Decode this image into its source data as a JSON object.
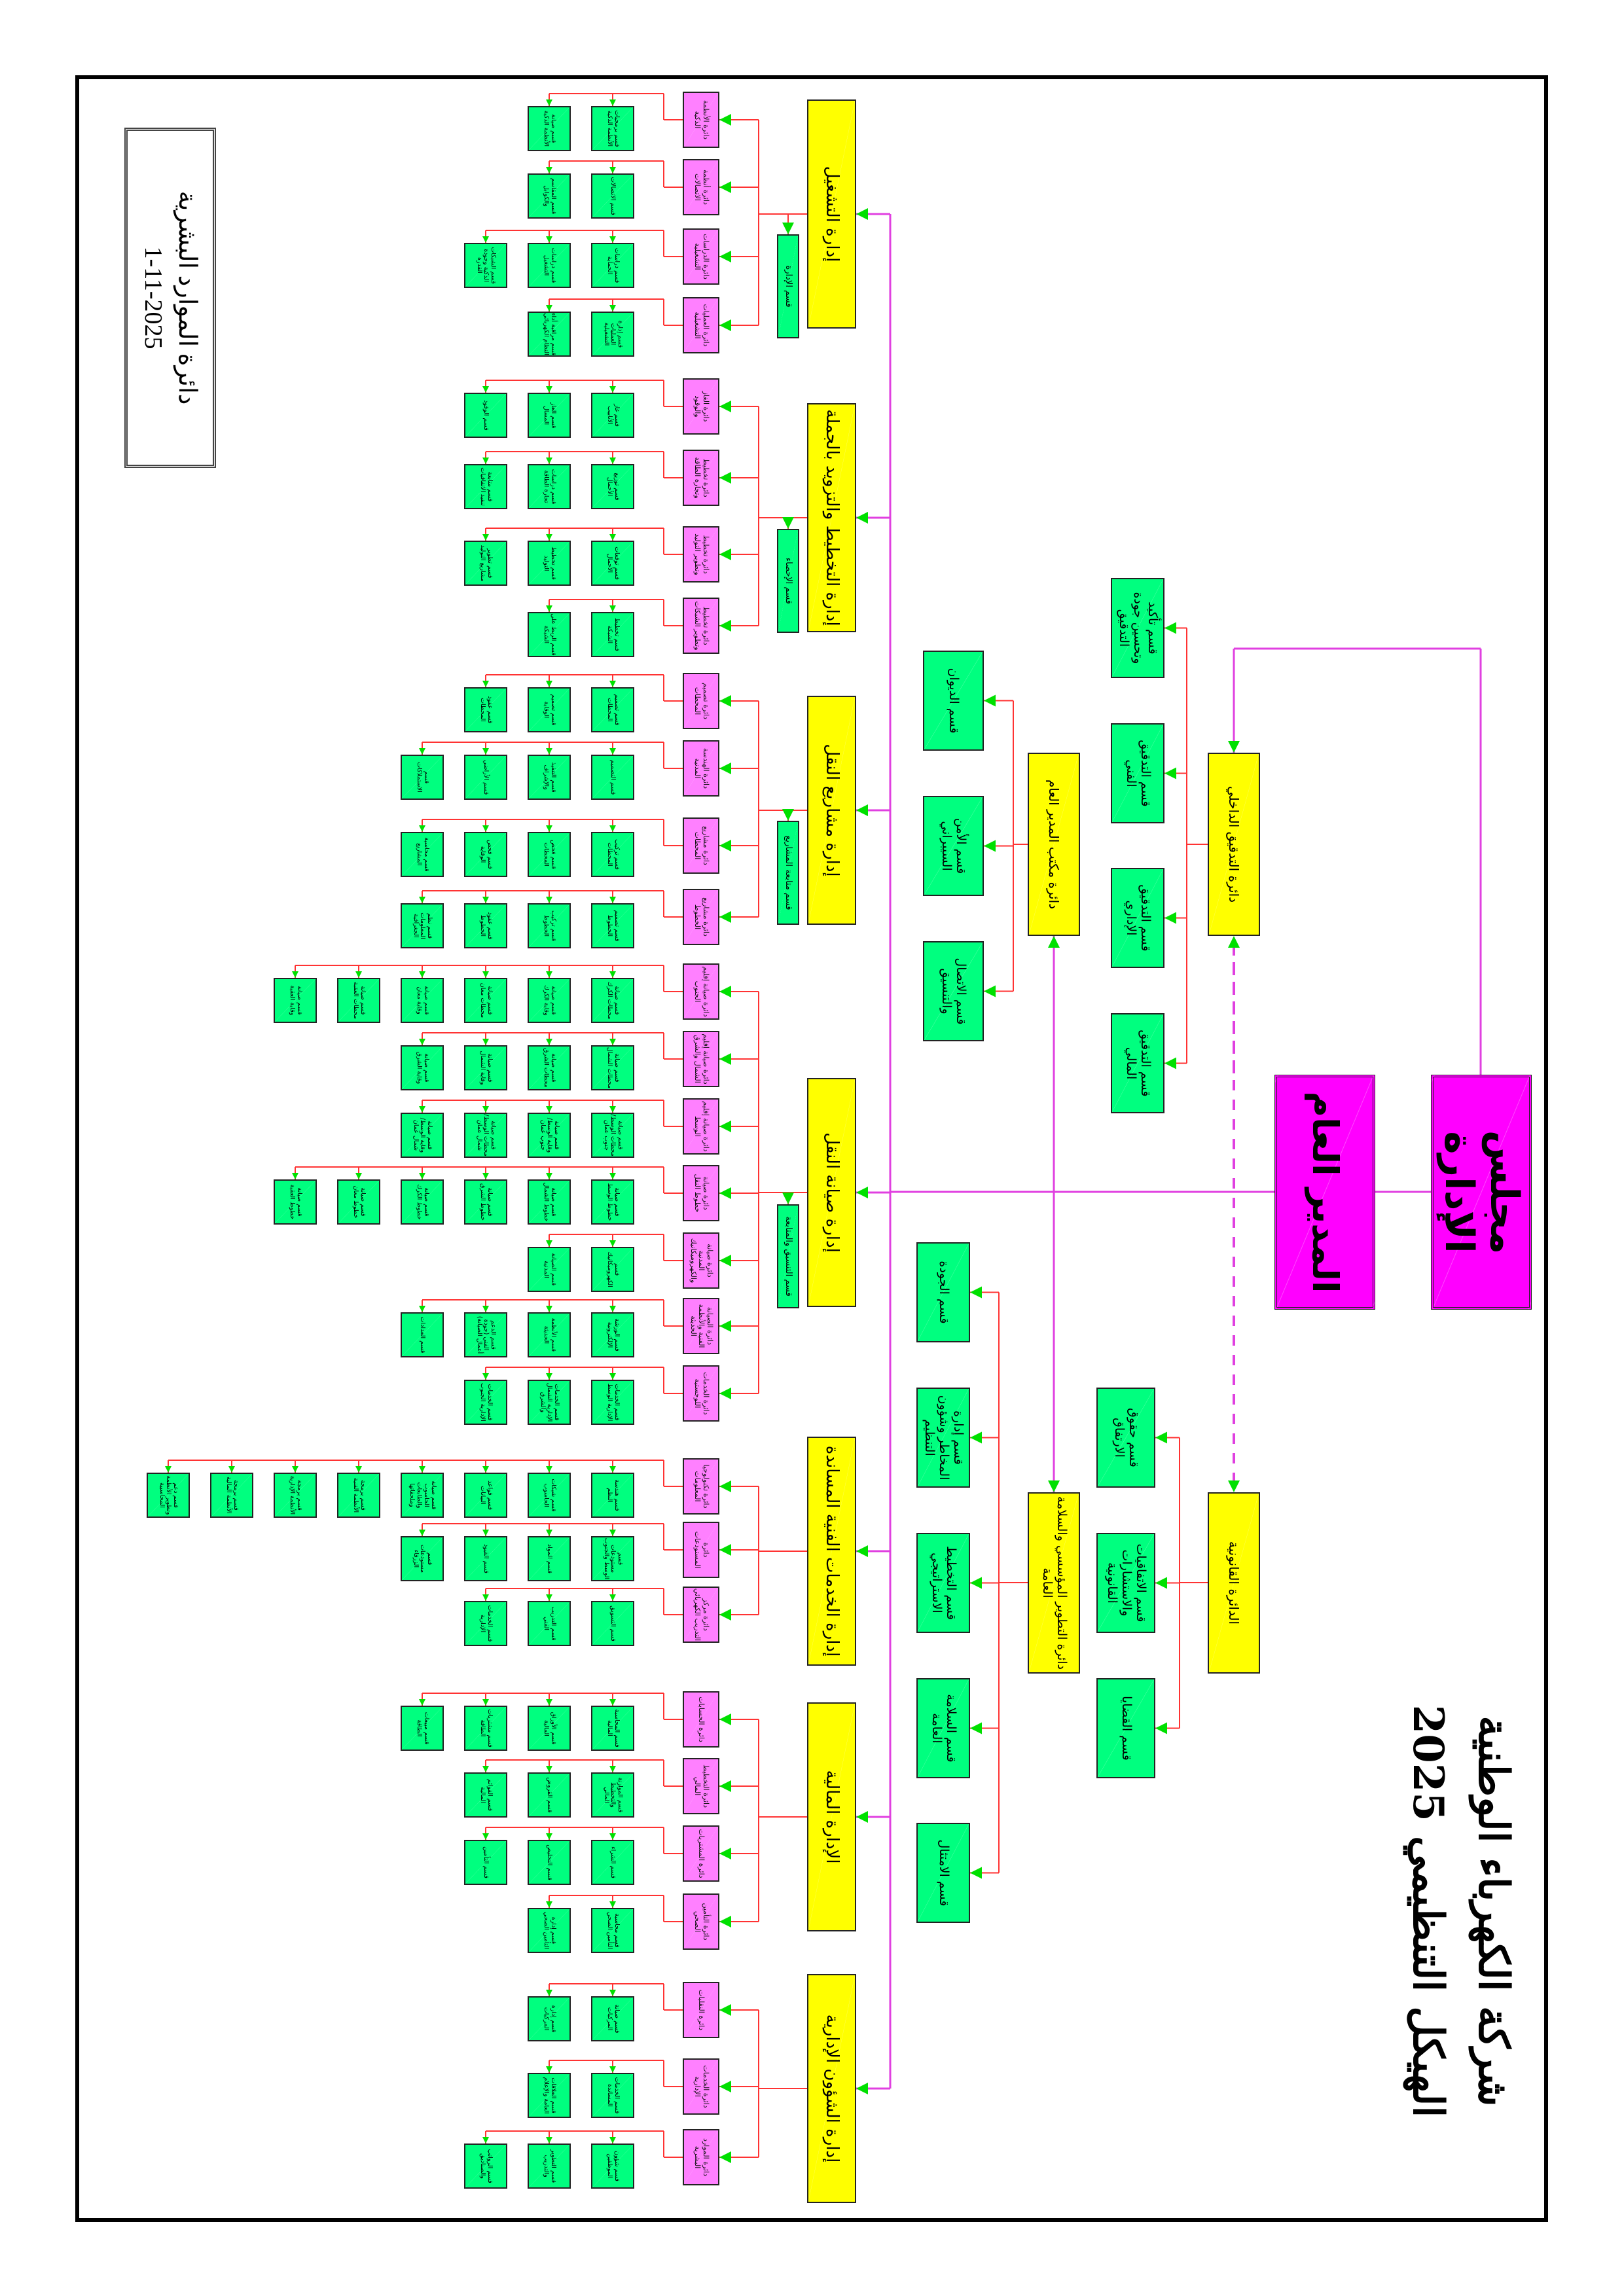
{
  "title": {
    "line1": "شركة الكهرباء الوطنية",
    "line2": "الهيكل التنظيمي 2025"
  },
  "stamp": {
    "dept": "دائرة الموارد البشرية",
    "date": "1-11-2025"
  },
  "board": "مجلس الإدارة",
  "gm": "المدير العام",
  "colors": {
    "board": "#ff00ff",
    "directorate": "#ffff00",
    "division": "#ff80ff",
    "section": "#00ff7f",
    "line_main": "#e040e0",
    "line_sub": "#ff3333",
    "arrow": "#00e000"
  },
  "units": {
    "audit": {
      "name": "دائرة التدقيق الداخلي",
      "sections": [
        "قسم تأكيد وتحسين جودة التدقيق",
        "قسم التدقيق الفني",
        "قسم التدقيق الإداري",
        "قسم التدقيق المالي"
      ]
    },
    "legal": {
      "name": "الدائرة القانونية",
      "sections": [
        "قسم حقوق الارتفاق",
        "قسم الاتفاقيات والاستشارات القانونية",
        "قسم القضايا"
      ]
    },
    "gm_office": {
      "name": "دائرة مكتب المدير العام",
      "sections": [
        "قسم الديوان",
        "قسم الأمن السيبراني",
        "قسم الاتصال والتنسيق"
      ]
    },
    "engineering": {
      "name": "دائرة التطوير المؤسسي والسلامة العامة",
      "sections": [
        "قسم الجودة",
        "قسم إدارة المخاطر وشؤون التنظيم",
        "قسم التخطيط الاستراتيجي",
        "قسم السلامة العامة",
        "قسم الامتثال"
      ]
    }
  },
  "directorates": [
    {
      "name": "إدارة التشغيل",
      "section": "قسم الإدارة",
      "divisions": [
        {
          "name": "دائرة الأنظمة الذكية",
          "sections": [
            "قسم برمجيات الأنظمة الذكية",
            "قسم صيانة الأنظمة الذكية"
          ]
        },
        {
          "name": "دائرة أنظمة الاتصالات",
          "sections": [
            "قسم الاتصالات",
            "قسم المقاسم والكوابل"
          ]
        },
        {
          "name": "دائرة الدراسات التشغيلية",
          "sections": [
            "قسم دراسات الحماية",
            "قسم دراسات التشغيل",
            "قسم الشبكات الذكية وجودة القدرة"
          ]
        },
        {
          "name": "دائرة العمليات التشغيلية",
          "sections": [
            "قسم إدارة العمليات التشغيلية",
            "قسم مراقبة أداء النظام الكهربائي"
          ]
        }
      ]
    },
    {
      "name": "إدارة التخطيط والتزويد بالجملة",
      "section": "قسم الإحصاء",
      "divisions": [
        {
          "name": "دائرة الغاز والوقود",
          "sections": [
            "قسم غاز الأنابيب",
            "قسم الغاز المسال",
            "قسم الوقود"
          ]
        },
        {
          "name": "دائرة تخطيط وتجارة الطاقة",
          "sections": [
            "قسم توزيع الأحمال",
            "قسم دراسات تجارة الطاقة",
            "قسم متابعة تنفيذ الاتفاقيات"
          ]
        },
        {
          "name": "دائرة تخطيط وتطوير التوليد",
          "sections": [
            "قسم توقعات الأحمال",
            "قسم تخطيط التوليد",
            "قسم تطوير مشاريع التوليد"
          ]
        },
        {
          "name": "دائرة تخطيط وتطوير الشبكات",
          "sections": [
            "قسم تخطيط الشبكة",
            "قسم الربط على الشبكة"
          ]
        }
      ]
    },
    {
      "name": "إدارة مشاريع النقل",
      "section": "قسم متابعة المشاريع",
      "divisions": [
        {
          "name": "دائرة تصميم المحطات",
          "sections": [
            "قسم تصميم المحطات",
            "قسم تصميم الوقاية",
            "قسم عقود المحطات"
          ]
        },
        {
          "name": "دائرة الهندسة المدنية",
          "sections": [
            "قسم التصميم",
            "قسم التنفيذ والإشراف",
            "قسم الأراضي",
            "قسم الاستملاكات"
          ]
        },
        {
          "name": "دائرة مشاريع المحطات",
          "sections": [
            "قسم تركيب المحطات",
            "قسم فحص المحطات",
            "قسم فحص الوقاية",
            "قسم محاسبة المشاريع"
          ]
        },
        {
          "name": "دائرة مشاريع الخطوط",
          "sections": [
            "قسم تصميم الخطوط",
            "قسم تركيب الخطوط",
            "قسم عقود الخطوط",
            "قسم نظم المعلومات الجغرافية"
          ]
        }
      ]
    },
    {
      "name": "إدارة صيانة النقل",
      "section": "قسم التنسيق والمتابعة",
      "divisions": [
        {
          "name": "دائرة صيانة إقليم الجنوب",
          "sections": [
            "قسم صيانة محطات الكرك",
            "قسم صيانة وقاية الكرك",
            "قسم صيانة محطات معان",
            "قسم صيانة وقاية معان",
            "قسم صيانة محطات العقبة",
            "قسم صيانة وقاية العقبة"
          ]
        },
        {
          "name": "دائرة صيانة إقليم الشمال والشرق",
          "sections": [
            "قسم صيانة محطات الشمال",
            "قسم صيانة محطات الشرق",
            "قسم صيانة وقاية الشمال",
            "قسم صيانة وقاية الشرق"
          ]
        },
        {
          "name": "دائرة صيانة إقليم الوسط",
          "sections": [
            "قسم صيانة محطات الوسط/ جنوب عمان",
            "قسم صيانة وقاية الوسط/ جنوب عمان",
            "قسم صيانة محطات الوسط/ شمال عمان",
            "قسم صيانة وقاية الوسط/ شمال عمان"
          ]
        },
        {
          "name": "دائرة صيانة خطوط النقل",
          "sections": [
            "قسم صيانة خطوط الوسط",
            "قسم صيانة خطوط الشمال",
            "قسم صيانة خطوط الشرق",
            "قسم صيانة خطوط الكرك",
            "قسم صيانة خطوط معان",
            "قسم صيانة خطوط العقبة"
          ]
        },
        {
          "name": "دائرة صيانة المدنية والكهروميكانيك",
          "sections": [
            "قسم الكهروميكانيك",
            "قسم الصيانة المدنية"
          ]
        },
        {
          "name": "دائرة الصيانة الفنية والأنظمة الحديثة",
          "sections": [
            "قسم الورشة الإلكترونية",
            "قسم الأنظمة الحديثة",
            "قسم الدعم الفني (جودة أعمال الصيانة)",
            "قسم العدادات"
          ]
        },
        {
          "name": "دائرة الخدمات اللوجستية",
          "sections": [
            "قسم الخدمات الإدارية الوسط",
            "قسم الخدمات الإدارية الشمال والشرق",
            "قسم الخدمات الإدارية الجنوب"
          ]
        }
      ]
    },
    {
      "name": "إدارة الخدمات الفنية المساندة",
      "section": null,
      "divisions": [
        {
          "name": "دائرة تكنولوجيا المعلومات",
          "sections": [
            "قسم هندسة النظم",
            "قسم شبكات الحاسوب",
            "قسم قواعد البيانات",
            "قسم صيانة الحاسوب والطابعات وملحقاتها",
            "قسم برمجة الأنظمة الفنية",
            "قسم برمجة الأنظمة الإدارية",
            "قسم برمجة الأنظمة المالية",
            "قسم دعم وتطوير الأنظمة المحاسبية"
          ]
        },
        {
          "name": "دائرة المستودعات",
          "sections": [
            "قسم مستودعات الوسط والجنوب",
            "قسم المواد",
            "قسم القيود",
            "قسم مستودعات الزرقاء"
          ]
        },
        {
          "name": "دائرة مركز التدريب الكهربائي",
          "sections": [
            "قسم التسويق",
            "قسم التدريب الفني",
            "قسم الخدمات الإدارية"
          ]
        }
      ]
    },
    {
      "name": "الإدارة المالية",
      "section": null,
      "divisions": [
        {
          "name": "دائرة الحسابات",
          "sections": [
            "قسم المحاسبة المالية",
            "قسم الأوراق المالية",
            "قسم مشتريات الطاقة",
            "قسم مبيعات الطاقة"
          ]
        },
        {
          "name": "دائرة التخطيط المالي",
          "sections": [
            "قسم الموازنة والتخطيط المالي",
            "قسم القروض",
            "قسم القوائم المالية"
          ]
        },
        {
          "name": "دائرة المشتريات",
          "sections": [
            "قسم الشراء",
            "قسم التخليص",
            "قسم التأمين"
          ]
        },
        {
          "name": "دائرة التأمين الصحي",
          "sections": [
            "قسم محاسبة التأمين الصحي",
            "قسم إدارة التأمين الصحي"
          ]
        }
      ]
    },
    {
      "name": "إدارة الشؤون الإدارية",
      "section": null,
      "divisions": [
        {
          "name": "دائرة النقليات",
          "sections": [
            "قسم صيانة المركبات",
            "قسم إدارة المركبات"
          ]
        },
        {
          "name": "دائرة الخدمات الإدارية",
          "sections": [
            "قسم الخدمات المساندة",
            "قسم العلاقات العامة والإعلام"
          ]
        },
        {
          "name": "دائرة الموارد البشرية",
          "sections": [
            "قسم شؤون الموظفين",
            "قسم التطوير والتدريب",
            "قسم الرواتب والصناديق"
          ]
        }
      ]
    }
  ]
}
